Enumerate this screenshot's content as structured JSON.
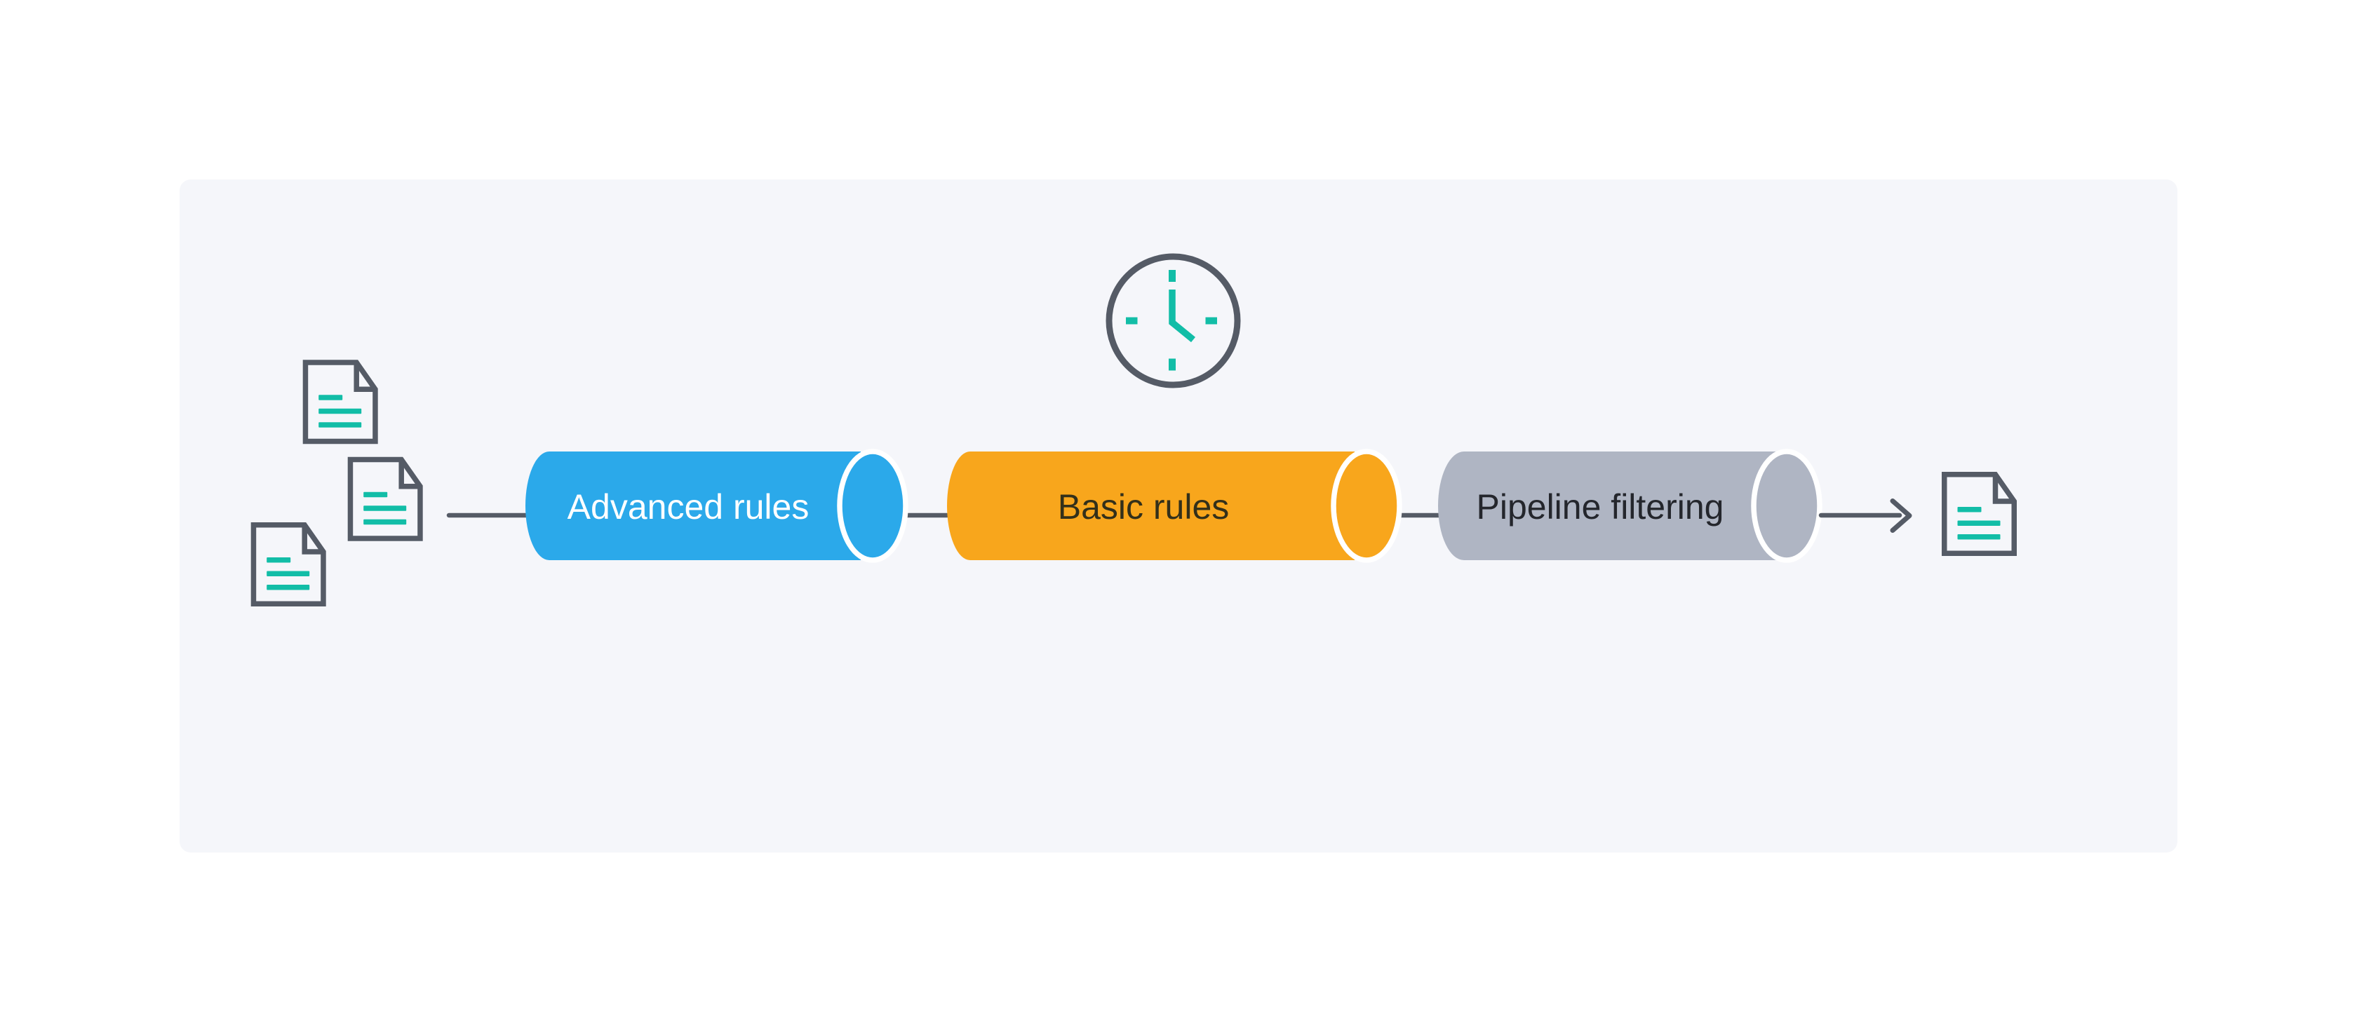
{
  "page": {
    "background": "#ffffff",
    "panel_background": "#f5f6fa"
  },
  "palette": {
    "slate": "#555b66",
    "teal": "#12bda7",
    "white": "#ffffff"
  },
  "icons": {
    "clock": "clock-icon",
    "document": "document-icon",
    "arrow": "arrow-right-icon"
  },
  "documents": {
    "input_count": 3,
    "output_count": 1,
    "outline_color": "#555b66",
    "text_line_color": "#12bda7"
  },
  "stages": [
    {
      "label": "Advanced rules",
      "fill": "#2ba9ea",
      "text_color": "#ffffff"
    },
    {
      "label": "Basic rules",
      "fill": "#f8a61c",
      "text_color": "#33301a"
    },
    {
      "label": "Pipeline filtering",
      "fill": "#afb5c3",
      "text_color": "#24262c"
    }
  ]
}
